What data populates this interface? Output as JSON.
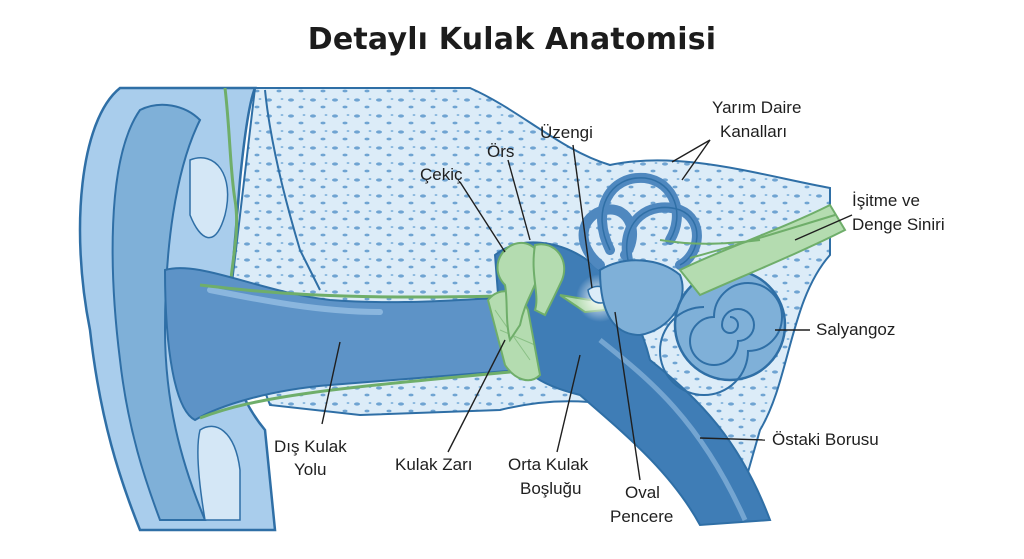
{
  "title": "Detaylı Kulak Anatomisi",
  "labels": {
    "dis_kulak_yolu": [
      "Dış Kulak",
      "Yolu"
    ],
    "kulak_zari": "Kulak Zarı",
    "orta_kulak": [
      "Orta Kulak",
      "Boşluğu"
    ],
    "oval_pencere": [
      "Oval",
      "Pencere"
    ],
    "ostaki_borusu": "Östaki Borusu",
    "salyangoz": "Salyangoz",
    "isitme_siniri": [
      "İşitme ve",
      "Denge Siniri"
    ],
    "yarim_daire": [
      "Yarım Daire",
      "Kanalları"
    ],
    "uzengi": "Üzengi",
    "ors": "Örs",
    "cekic": "Çekiç"
  },
  "colors": {
    "outline": "#2f6fa6",
    "skin_dark": "#7fb0d8",
    "skin_mid": "#a9cdec",
    "skin_light": "#d4e7f6",
    "bone": "#dcecf8",
    "bone_dots": "#6fa4d2",
    "canal": "#5d93c7",
    "green": "#b4dcb0",
    "green_dark": "#6fae6a",
    "cavity": "#3f7db6"
  }
}
